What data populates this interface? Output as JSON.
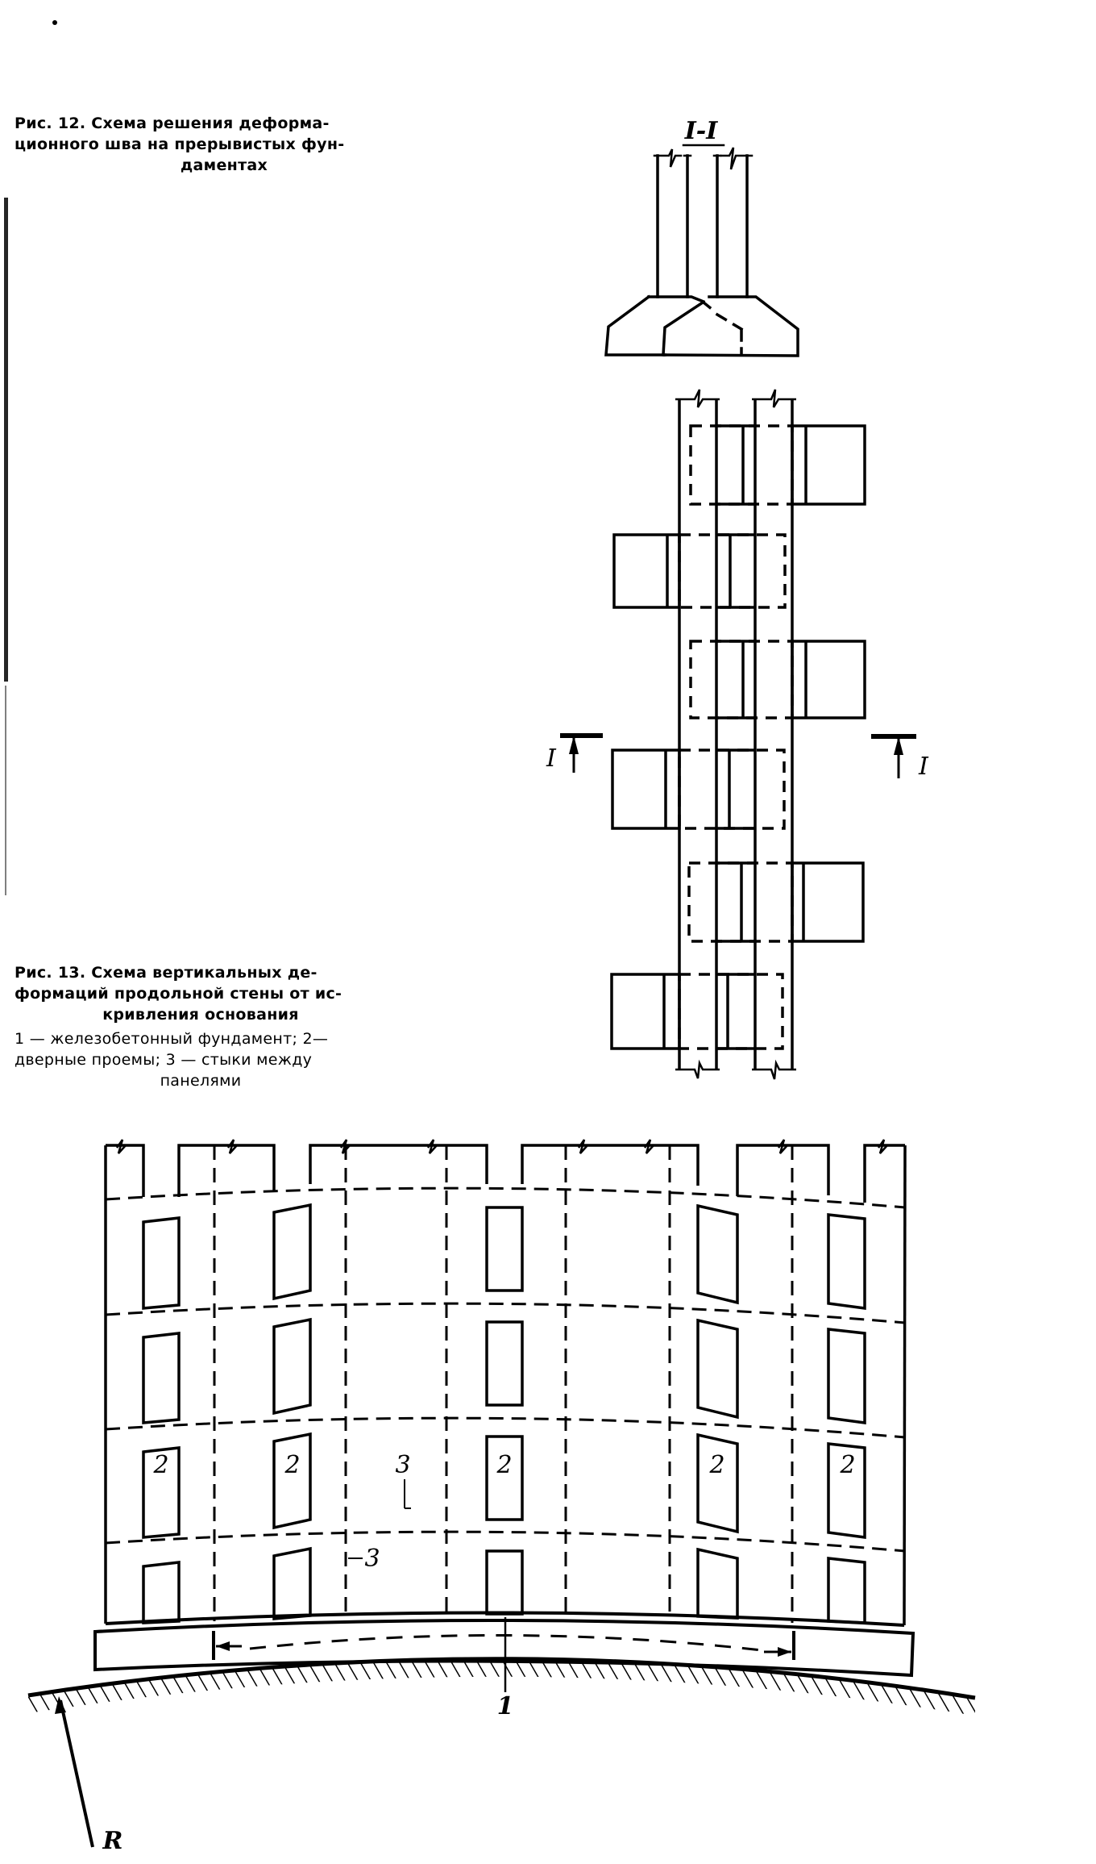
{
  "figure12": {
    "caption_lines": [
      "Рис. 12. Схема решения деформа-",
      "ционного шва на прерывистых фун-",
      "даментах"
    ],
    "section_label": "I-I",
    "section_marker_left": "I",
    "section_marker_right": "I"
  },
  "figure13": {
    "caption_lines": [
      "Рис. 13. Схема вертикальных де-",
      "формаций продольной стены от ис-",
      "кривления основания"
    ],
    "legend_lines": [
      "1 — железобетонный фундамент; 2—",
      "дверные проемы; 3 — стыки между",
      "панелями"
    ],
    "legend": [
      {
        "number": "1",
        "text": "железобетонный фундамент"
      },
      {
        "number": "2",
        "text": "дверные проемы"
      },
      {
        "number": "3",
        "text": "стыки между панелями"
      }
    ],
    "labels": {
      "door": "2",
      "joint": "3",
      "foundation": "1",
      "radius": "R"
    }
  }
}
